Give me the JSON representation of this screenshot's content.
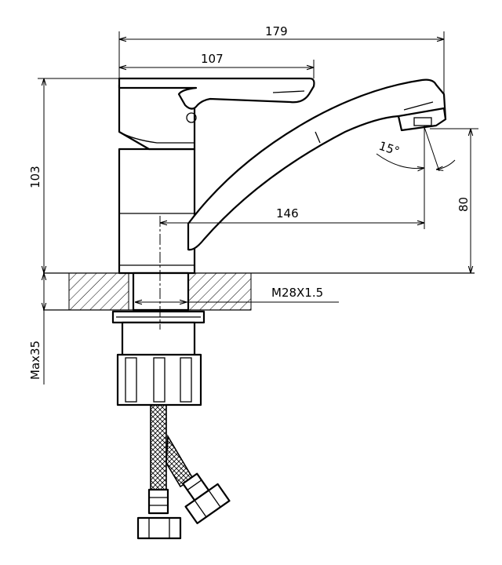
{
  "dimensions": {
    "overall_width": "179",
    "handle_width": "107",
    "body_height": "103",
    "spout_reach": "146",
    "spout_height": "80",
    "swivel_angle": "15°",
    "thread": "M28X1.5",
    "max_thickness": "Max35"
  },
  "colors": {
    "line": "#000000",
    "background": "#ffffff"
  }
}
